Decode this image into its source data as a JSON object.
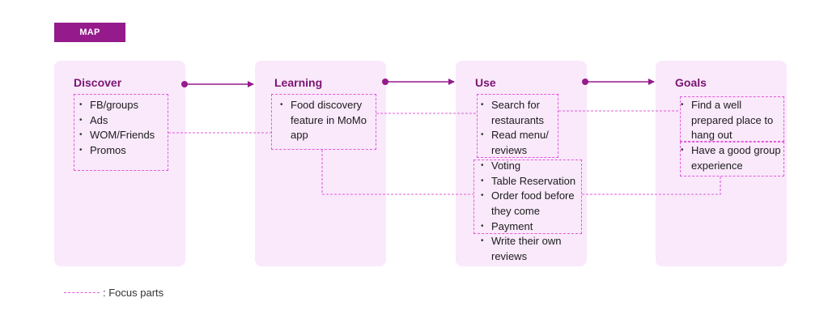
{
  "tag": "MAP",
  "stages": [
    {
      "title": "Discover",
      "items": [
        "FB/groups",
        "Ads",
        "WOM/Friends",
        "Promos"
      ]
    },
    {
      "title": "Learning",
      "items": [
        "Food discovery feature in MoMo app"
      ]
    },
    {
      "title": "Use",
      "items": [
        "Search for restaurants",
        "Read menu/ reviews",
        "Voting",
        "Table Reservation",
        "Order food before they come",
        "Payment",
        "Write their own reviews"
      ]
    },
    {
      "title": "Goals",
      "items": [
        "Find a well prepared place to hang out",
        "Have a good group experience"
      ]
    }
  ],
  "legend": ": Focus parts",
  "colors": {
    "accent": "#951a8c",
    "card": "#f9e9fb",
    "focus": "#e45ad8"
  }
}
